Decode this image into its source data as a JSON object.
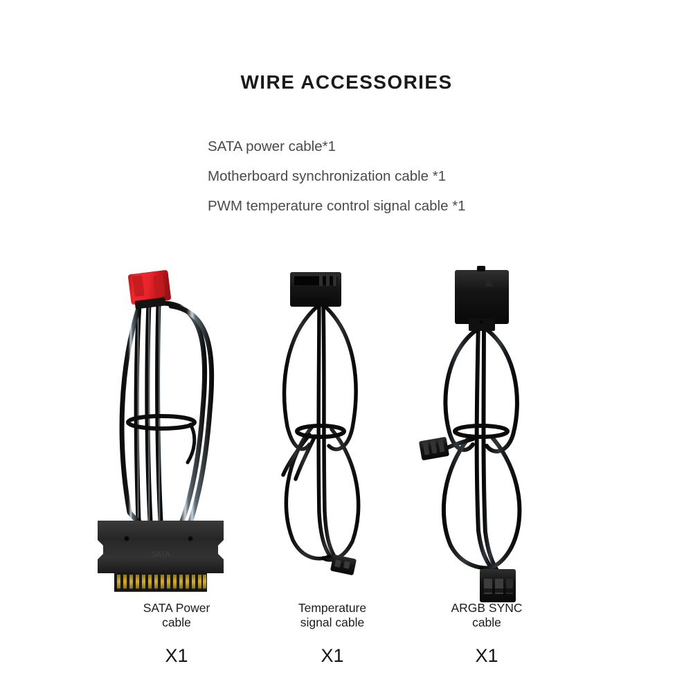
{
  "header": {
    "title": "WIRE ACCESSORIES"
  },
  "spec_list": {
    "items": [
      "SATA power cable*1",
      "Motherboard synchronization cable *1",
      "PWM temperature control signal cable *1"
    ]
  },
  "products": [
    {
      "id": "sata-power-cable",
      "caption_line1": "SATA Power",
      "caption_line2": "cable",
      "quantity": "X1",
      "icon": "sata-power-cable-photo",
      "connector_top": "red-2pin-connector",
      "connector_bottom": "sata-15pin-connector"
    },
    {
      "id": "temperature-signal-cable",
      "caption_line1": "Temperature",
      "caption_line2": "signal cable",
      "quantity": "X1",
      "icon": "temperature-signal-cable-photo",
      "connector_top": "black-4pin-connector",
      "connector_bottom": "black-2pin-connector"
    },
    {
      "id": "argb-sync-cable",
      "caption_line1": "ARGB SYNC",
      "caption_line2": "cable",
      "quantity": "X1",
      "icon": "argb-sync-cable-photo",
      "connector_top": "black-hub-connector",
      "connector_mid": "black-3pin-branch-connector",
      "connector_bottom": "argb-3pin-connector"
    }
  ],
  "colors": {
    "background": "#ffffff",
    "title_text": "#1a1a1a",
    "body_text": "#4a4a4a",
    "caption_text": "#1c1c1c",
    "connector_red": "#e8242a",
    "cable_black": "#121212",
    "sata_body": "#2a2a2a",
    "sata_pins_gold": "#c9a227"
  }
}
